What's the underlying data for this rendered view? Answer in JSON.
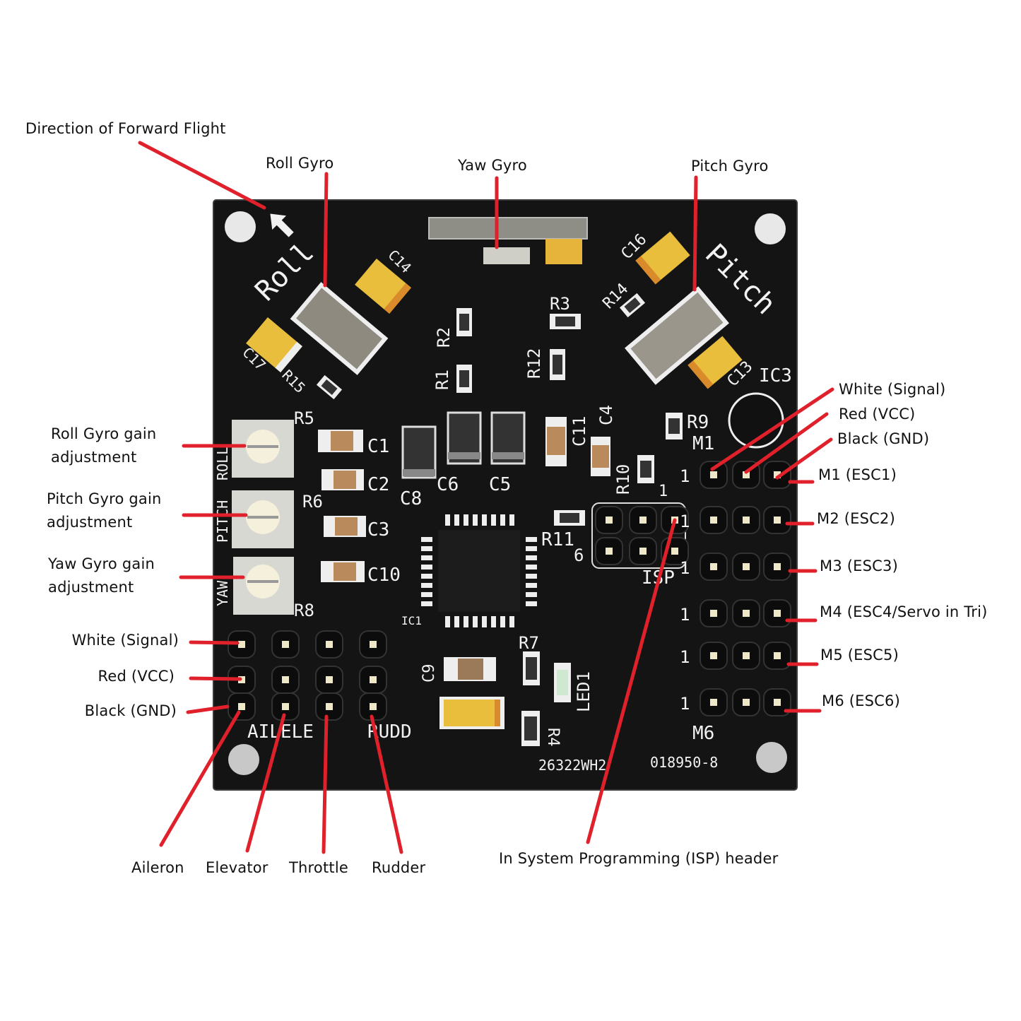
{
  "diagram": {
    "subject": "Multicopter flight controller board (KK board) pinout",
    "callout_color": "#e0202a",
    "board_color": "#141414",
    "labels": {
      "direction": "Direction of Forward Flight",
      "roll_gyro": "Roll Gyro",
      "yaw_gyro": "Yaw Gyro",
      "pitch_gyro": "Pitch Gyro",
      "roll_gain": [
        "Roll Gyro gain",
        "adjustment"
      ],
      "pitch_gain": [
        "Pitch Gyro gain",
        "adjustment"
      ],
      "yaw_gain": [
        "Yaw Gyro gain",
        "adjustment"
      ],
      "left_wire_white": "White (Signal)",
      "left_wire_red": "Red (VCC)",
      "left_wire_black": "Black (GND)",
      "right_wire_white": "White (Signal)",
      "right_wire_red": "Red (VCC)",
      "right_wire_black": "Black (GND)",
      "m1": "M1 (ESC1)",
      "m2": "M2 (ESC2)",
      "m3": "M3 (ESC3)",
      "m4": "M4 (ESC4/Servo in Tri)",
      "m5": "M5 (ESC5)",
      "m6": "M6 (ESC6)",
      "aileron": "Aileron",
      "elevator": "Elevator",
      "throttle": "Throttle",
      "rudder": "Rudder",
      "isp": "In System Programming (ISP) header"
    },
    "silkscreen": {
      "roll": "Roll",
      "pitch": "Pitch",
      "pot_roll": "ROLL",
      "pot_pitch": "PITCH",
      "pot_yaw": "YAW",
      "r1": "R1",
      "r2": "R2",
      "r3": "R3",
      "r4": "R4",
      "r5": "R5",
      "r6": "R6",
      "r7": "R7",
      "r8": "R8",
      "r9": "R9",
      "r10": "R10",
      "r11": "R11",
      "r12": "R12",
      "r14": "R14",
      "r15": "R15",
      "c1": "C1",
      "c2": "C2",
      "c3": "C3",
      "c4": "C4",
      "c5": "C5",
      "c6": "C6",
      "c8": "C8",
      "c9": "C9",
      "c10": "C10",
      "c11": "C11",
      "c13": "C13",
      "c14": "C14",
      "c16": "C16",
      "c17": "C17",
      "ic1": "IC1",
      "ic3": "IC3",
      "led1": "LED1",
      "isp": "ISP",
      "isp_pin1": "1",
      "isp_pin6": "6",
      "m1": "M1",
      "m6": "M6",
      "pin1": "1",
      "ail_ele": "AILELE",
      "rudd": "RUDD",
      "code1": "26322WH2",
      "code2": "018950-8"
    }
  }
}
